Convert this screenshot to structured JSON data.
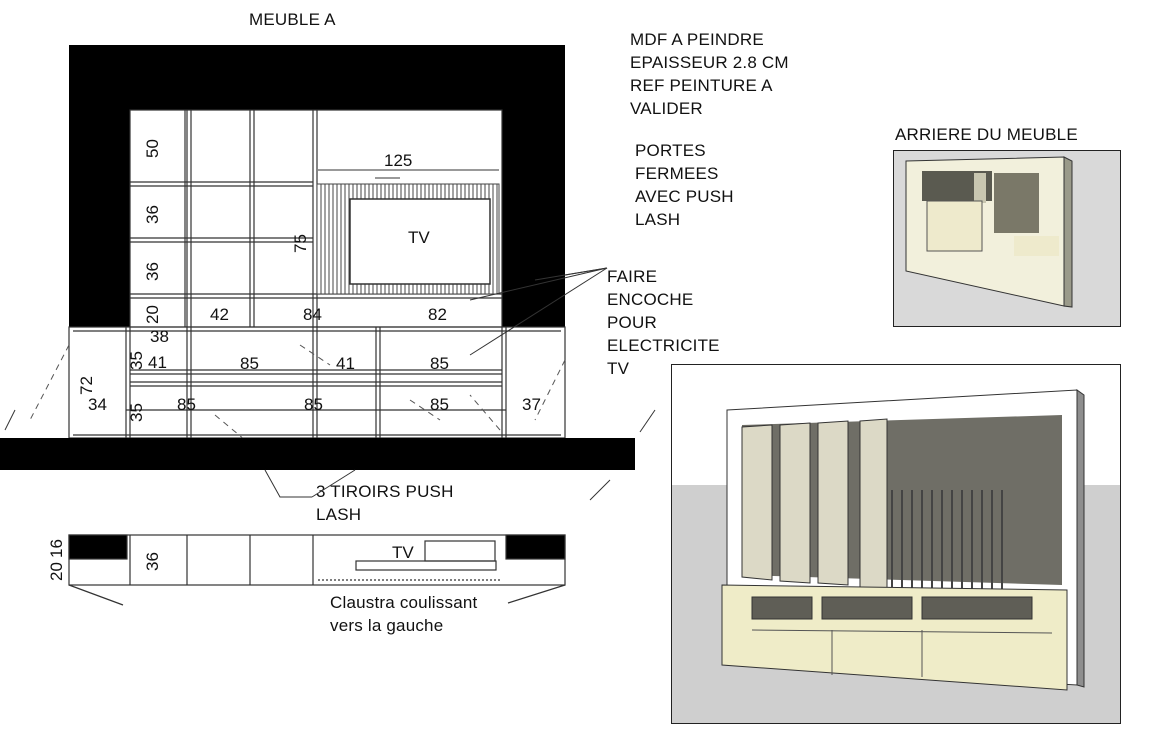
{
  "title": "MEUBLE A",
  "material_notes": [
    "MDF A PEINDRE",
    "EPAISSEUR 2.8 CM",
    "REF PEINTURE A",
    "VALIDER"
  ],
  "door_notes": [
    "PORTES",
    "FERMEES",
    "AVEC  PUSH",
    "LASH"
  ],
  "notch_notes": [
    "FAIRE",
    "ENCOCHE",
    "POUR",
    "ELECTRICITE",
    "TV"
  ],
  "back_view_title": "ARRIERE DU MEUBLE",
  "drawer_notes": [
    "3 TIROIRS PUSH",
    "LASH"
  ],
  "claustra_notes": [
    "Claustra coulissant",
    "vers la gauche"
  ],
  "dims": {
    "d50": "50",
    "d36a": "36",
    "d36b": "36",
    "d20": "20",
    "d125": "125",
    "d75": "75",
    "tv": "TV",
    "d42": "42",
    "d84": "84",
    "d82": "82",
    "d38": "38",
    "d35a": "35",
    "d41a": "41",
    "d85a": "85",
    "d41b": "41",
    "d85b": "85",
    "d72": "72",
    "d34": "34",
    "d35b": "35",
    "d85c": "85",
    "d85d": "85",
    "d85e": "85",
    "d37": "37",
    "plan_tv": "TV",
    "p36": "36",
    "p20": "20",
    "p16": "16"
  }
}
